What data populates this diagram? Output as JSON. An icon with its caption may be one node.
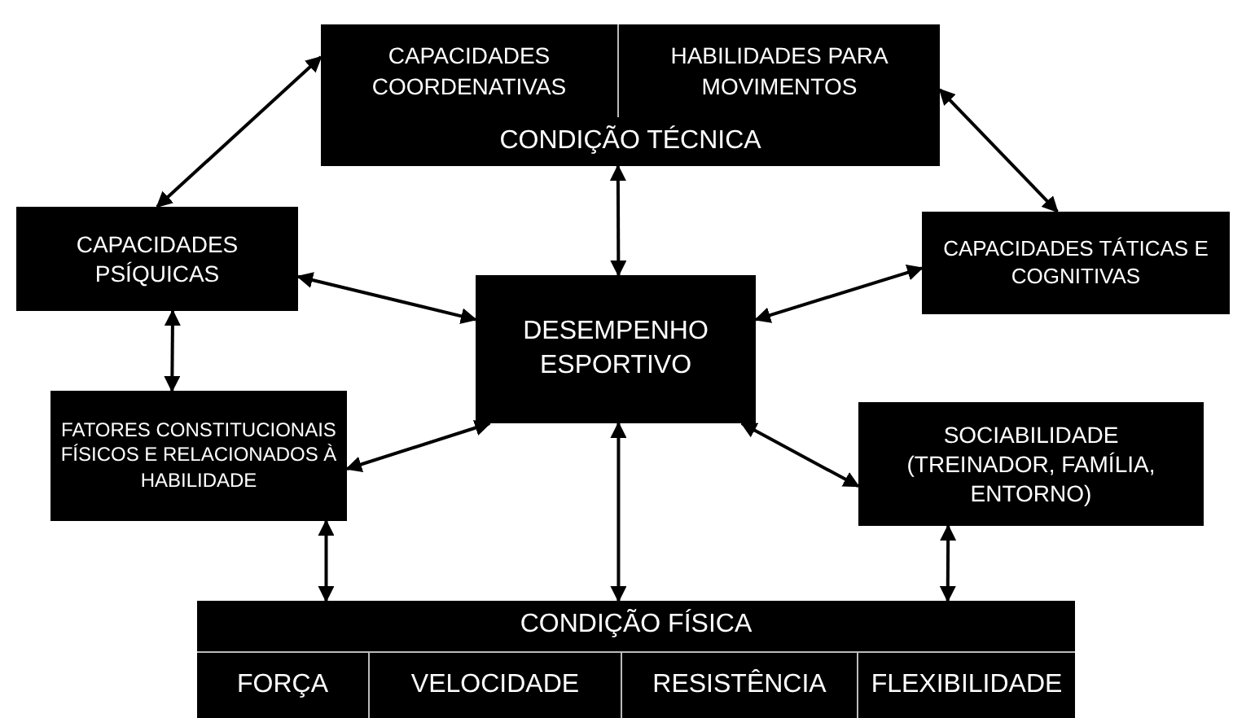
{
  "diagram": {
    "nodes": [
      {
        "text": [
          "CONDIÇÃO TÉCNICA"
        ]
      },
      {
        "text": [
          "CAPACIDADES COORDENATIVAS"
        ],
        "in": 0
      },
      {
        "text": [
          "HABILIDADES PARA MOVIMENTOS"
        ],
        "in": 0
      },
      {
        "text": [
          "CAPACIDADES PSÍQUICAS"
        ]
      },
      {
        "text": [
          "DESEMPENHO ESPORTIVO"
        ]
      },
      {
        "text": [
          "CAPACIDADES TÁTICAS E COGNITIVAS"
        ]
      },
      {
        "text": [
          "FATORES CONSTITUCIONAIS FÍSICOS E RELACIONADOS À HABILIDADE"
        ]
      },
      {
        "text": [
          "SOCIABILIDADE (TREINADOR, FAMÍLIA, ENTORNO)"
        ]
      },
      {
        "text": [
          "CONDIÇÃO FÍSICA"
        ]
      },
      {
        "text": [
          "FORÇA"
        ],
        "in": 8
      },
      {
        "text": [
          "VELOCIDADE"
        ],
        "in": 8
      },
      {
        "text": [
          "RESISTÊNCIA"
        ],
        "in": 8
      },
      {
        "text": [
          "FLEXIBILIDADE"
        ],
        "in": 8
      }
    ],
    "edges": [
      {
        "from": 0,
        "to": 3,
        "arrow": "both"
      },
      {
        "from": 0,
        "to": 5,
        "arrow": "both"
      },
      {
        "from": 0,
        "to": 4,
        "arrow": "both"
      },
      {
        "from": 3,
        "to": 4,
        "arrow": "both"
      },
      {
        "from": 5,
        "to": 4,
        "arrow": "both"
      },
      {
        "from": 3,
        "to": 6,
        "arrow": "both"
      },
      {
        "from": 6,
        "to": 4,
        "arrow": "both"
      },
      {
        "from": 7,
        "to": 4,
        "arrow": "both"
      },
      {
        "from": 8,
        "to": 4,
        "arrow": "both"
      },
      {
        "from": 6,
        "to": 8,
        "arrow": "both"
      },
      {
        "from": 7,
        "to": 8,
        "arrow": "both"
      }
    ]
  }
}
